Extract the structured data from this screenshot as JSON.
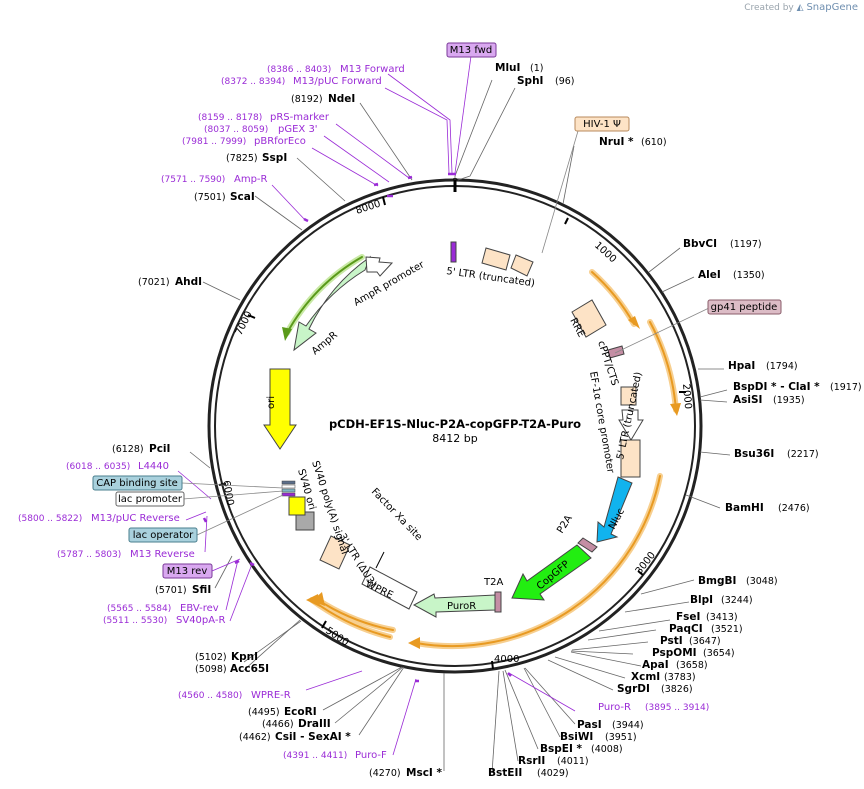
{
  "credit": {
    "prefix": "Created by",
    "brand": "SnapGene"
  },
  "plasmid": {
    "name": "pCDH-EF1S-Nluc-P2A-copGFP-T2A-Puro",
    "size": "8412 bp"
  },
  "ticks": [
    "1000",
    "2000",
    "3000",
    "4000",
    "5000",
    "6000",
    "7000",
    "8000"
  ],
  "sites": [
    {
      "name": "MluI",
      "pos": "(1)",
      "side": "R"
    },
    {
      "name": "SphI",
      "pos": "(96)",
      "side": "R"
    },
    {
      "name": "NruI *",
      "pos": "(610)",
      "side": "R"
    },
    {
      "name": "BbvCI",
      "pos": "(1197)",
      "side": "R"
    },
    {
      "name": "AleI",
      "pos": "(1350)",
      "side": "R"
    },
    {
      "name": "HpaI",
      "pos": "(1794)",
      "side": "R"
    },
    {
      "name": "BspDI * - ClaI *",
      "pos": "(1917)",
      "side": "R"
    },
    {
      "name": "AsiSI",
      "pos": "(1935)",
      "side": "R"
    },
    {
      "name": "Bsu36I",
      "pos": "(2217)",
      "side": "R"
    },
    {
      "name": "BamHI",
      "pos": "(2476)",
      "side": "R"
    },
    {
      "name": "BmgBI",
      "pos": "(3048)",
      "side": "R"
    },
    {
      "name": "BlpI",
      "pos": "(3244)",
      "side": "R"
    },
    {
      "name": "FseI",
      "pos": "(3413)",
      "side": "R"
    },
    {
      "name": "PaqCI",
      "pos": "(3521)",
      "side": "R"
    },
    {
      "name": "PstI",
      "pos": "(3647)",
      "side": "R"
    },
    {
      "name": "PspOMI",
      "pos": "(3654)",
      "side": "R"
    },
    {
      "name": "ApaI",
      "pos": "(3658)",
      "side": "R"
    },
    {
      "name": "XcmI",
      "pos": "(3783)",
      "side": "R"
    },
    {
      "name": "SgrDI",
      "pos": "(3826)",
      "side": "R"
    },
    {
      "name": "PasI",
      "pos": "(3944)",
      "side": "R"
    },
    {
      "name": "BsiWI",
      "pos": "(3951)",
      "side": "R"
    },
    {
      "name": "BspEI *",
      "pos": "(4008)",
      "side": "R"
    },
    {
      "name": "RsrII",
      "pos": "(4011)",
      "side": "R"
    },
    {
      "name": "BstEII",
      "pos": "(4029)",
      "side": "R"
    },
    {
      "name": "MscI *",
      "pos": "(4270)",
      "side": "L"
    },
    {
      "name": "CsiI - SexAI *",
      "pos": "(4462)",
      "side": "L"
    },
    {
      "name": "DraIII",
      "pos": "(4466)",
      "side": "L"
    },
    {
      "name": "EcoRI",
      "pos": "(4495)",
      "side": "L"
    },
    {
      "name": "Acc65I",
      "pos": "(5098)",
      "side": "L"
    },
    {
      "name": "KpnI",
      "pos": "(5102)",
      "side": "L"
    },
    {
      "name": "SfiI",
      "pos": "(5701)",
      "side": "L"
    },
    {
      "name": "PciI",
      "pos": "(6128)",
      "side": "L"
    },
    {
      "name": "AhdI",
      "pos": "(7021)",
      "side": "L"
    },
    {
      "name": "ScaI",
      "pos": "(7501)",
      "side": "L"
    },
    {
      "name": "SspI",
      "pos": "(7825)",
      "side": "L"
    },
    {
      "name": "NdeI",
      "pos": "(8192)",
      "side": "L"
    }
  ],
  "primers": [
    {
      "name": "M13 Forward",
      "range": "(8386 .. 8403)"
    },
    {
      "name": "M13/pUC Forward",
      "range": "(8372 .. 8394)"
    },
    {
      "name": "pRS-marker",
      "range": "(8159 .. 8178)"
    },
    {
      "name": "pGEX 3'",
      "range": "(8037 .. 8059)"
    },
    {
      "name": "pBRforEco",
      "range": "(7981 .. 7999)"
    },
    {
      "name": "Amp-R",
      "range": "(7571 .. 7590)"
    },
    {
      "name": "L4440",
      "range": "(6018 .. 6035)"
    },
    {
      "name": "M13/pUC Reverse",
      "range": "(5800 .. 5822)"
    },
    {
      "name": "M13 Reverse",
      "range": "(5787 .. 5803)"
    },
    {
      "name": "EBV-rev",
      "range": "(5565 .. 5584)"
    },
    {
      "name": "SV40pA-R",
      "range": "(5511 .. 5530)"
    },
    {
      "name": "WPRE-R",
      "range": "(4560 .. 4580)"
    },
    {
      "name": "Puro-F",
      "range": "(4391 .. 4411)"
    },
    {
      "name": "Puro-R",
      "range": "(3895 .. 3914)"
    }
  ],
  "boxes": {
    "m13fwd": "M13 fwd",
    "hiv": "HIV-1 Ψ",
    "gp41": "gp41 peptide",
    "cap": "CAP binding site",
    "lacp": "lac promoter",
    "laco": "lac operator",
    "m13rev": "M13 rev"
  },
  "features": {
    "ltr5": "5' LTR (truncated)",
    "rre": "RRE",
    "cppt": "cPPT/CTS",
    "ef1a": "EF-1α core promoter",
    "nluc": "Nluc",
    "p2a": "P2A",
    "ltr5t": "5' LTR (truncated)",
    "copgfp": "CopGFP",
    "t2a": "T2A",
    "puror": "PuroR",
    "wpre": "WPRE",
    "ltr3": "3' LTR (ΔU3)",
    "factorxa": "Factor Xa site",
    "sv40ori": "SV40 ori",
    "sv40pa": "SV40 poly(A) signal",
    "ori": "ori",
    "ampr": "AmpR",
    "amprp": "AmpR promoter"
  },
  "colors": {
    "ori": "#ffff00",
    "copgfp": "#22ee11",
    "nluc": "#11b3ee",
    "ampr": "#c8f5c8",
    "puror": "#c8f5c8",
    "primer": "#9a2bd6",
    "peach": "#fde3c6",
    "orange_arrow": "#f3a42c"
  }
}
